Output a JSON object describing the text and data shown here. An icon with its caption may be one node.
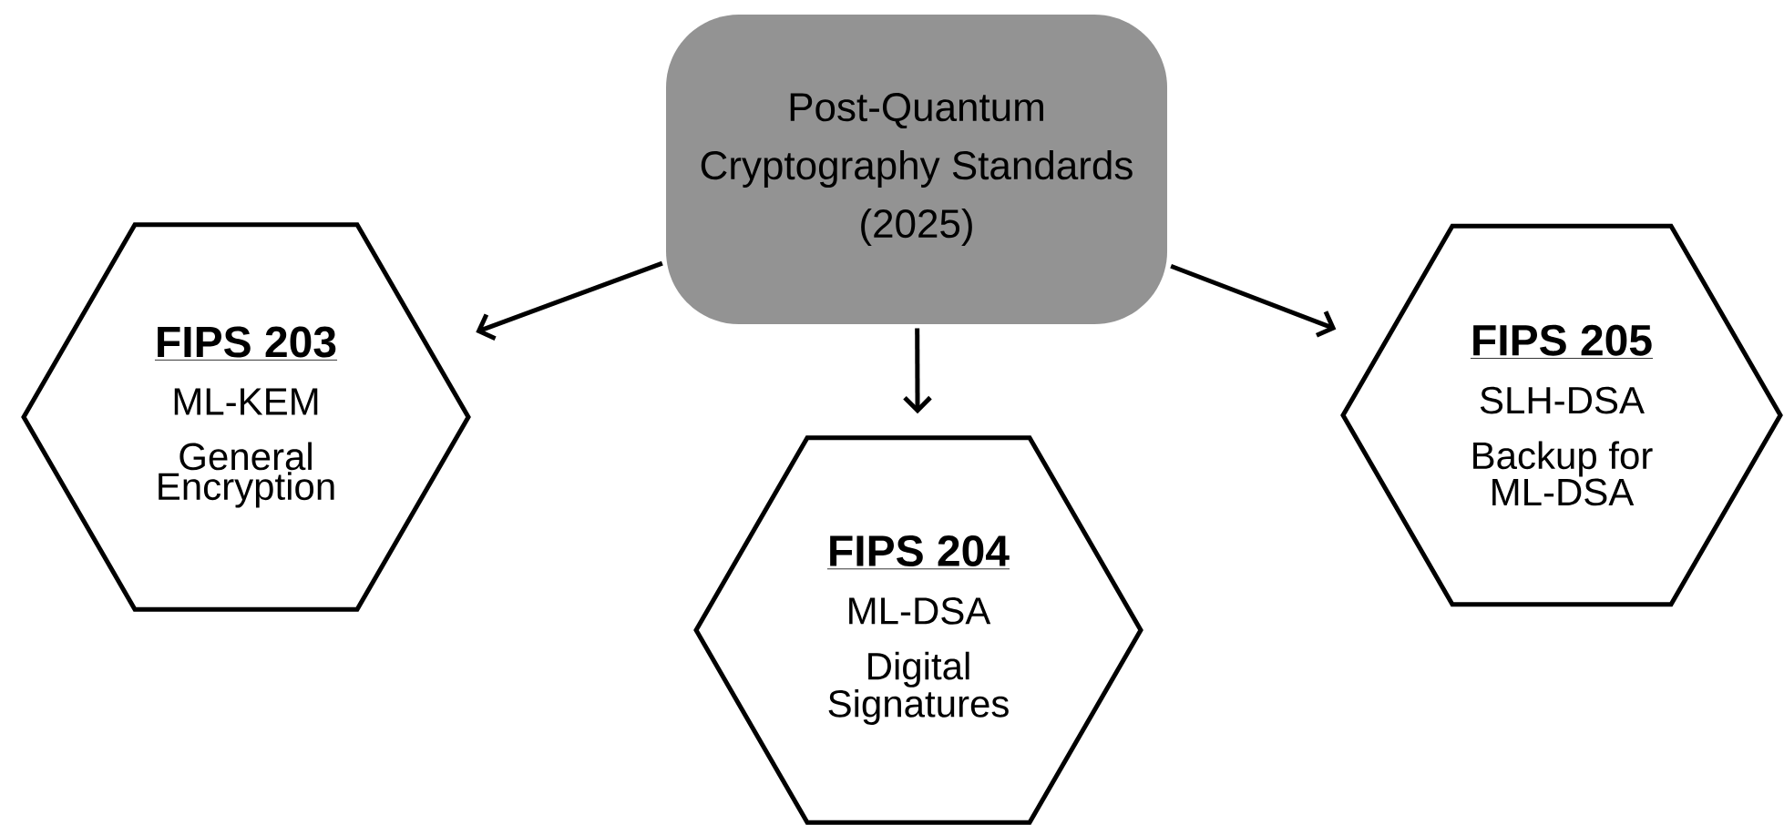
{
  "diagram": {
    "nodes": [
      {
        "text": [
          "Post-Quantum Cryptography Standards (2025)"
        ]
      },
      {
        "text": [
          "FIPS 203",
          "ML-KEM",
          "General Encryption"
        ]
      },
      {
        "text": [
          "FIPS 204",
          "ML-DSA",
          "Digital Signatures"
        ]
      },
      {
        "text": [
          "FIPS 205",
          "SLH-DSA",
          "Backup for ML-DSA"
        ]
      }
    ],
    "edges": [
      {
        "from": 0,
        "to": 1,
        "arrow": "to"
      },
      {
        "from": 0,
        "to": 2,
        "arrow": "to"
      },
      {
        "from": 0,
        "to": 3,
        "arrow": "to"
      }
    ]
  }
}
